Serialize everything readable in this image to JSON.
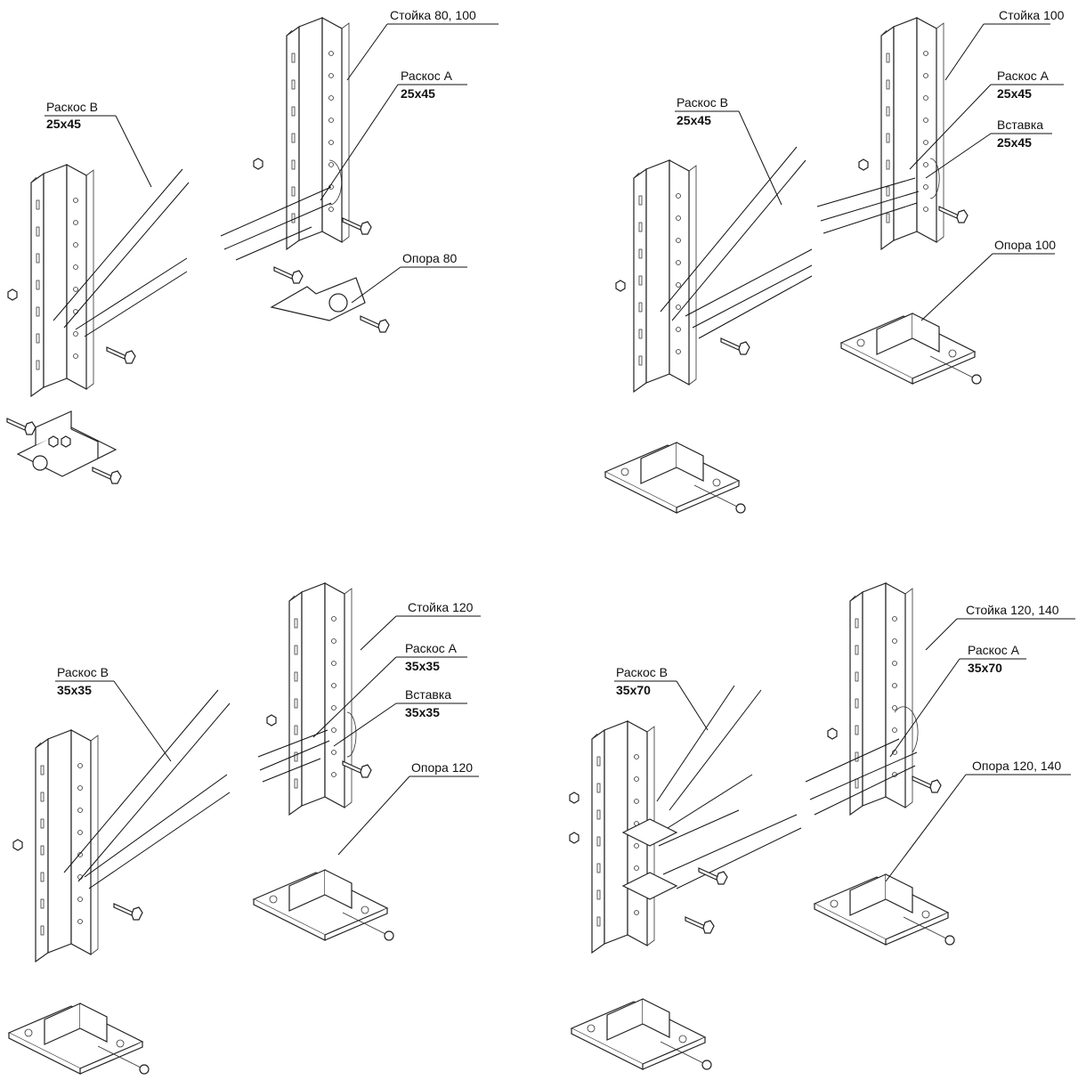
{
  "panels": [
    {
      "id": "top-left",
      "labels": {
        "raskos_b": "Раскос B",
        "raskos_b_size": "25x45",
        "stoika": "Стойка 80, 100",
        "raskos_a": "Раскос A",
        "raskos_a_size": "25x45",
        "opora": "Опора 80"
      }
    },
    {
      "id": "top-right",
      "labels": {
        "raskos_b": "Раскос B",
        "raskos_b_size": "25x45",
        "stoika": "Стойка 100",
        "raskos_a": "Раскос A",
        "raskos_a_size": "25x45",
        "vstavka": "Вставка",
        "vstavka_size": "25x45",
        "opora": "Опора 100"
      }
    },
    {
      "id": "bottom-left",
      "labels": {
        "raskos_b": "Раскос B",
        "raskos_b_size": "35x35",
        "stoika": "Стойка 120",
        "raskos_a": "Раскос A",
        "raskos_a_size": "35x35",
        "vstavka": "Вставка",
        "vstavka_size": "35x35",
        "opora": "Опора 120"
      }
    },
    {
      "id": "bottom-right",
      "labels": {
        "raskos_b": "Раскос B",
        "raskos_b_size": "35x70",
        "stoika": "Стойка 120, 140",
        "raskos_a": "Раскос A",
        "raskos_a_size": "35x70",
        "opora": "Опора 120, 140"
      }
    }
  ]
}
